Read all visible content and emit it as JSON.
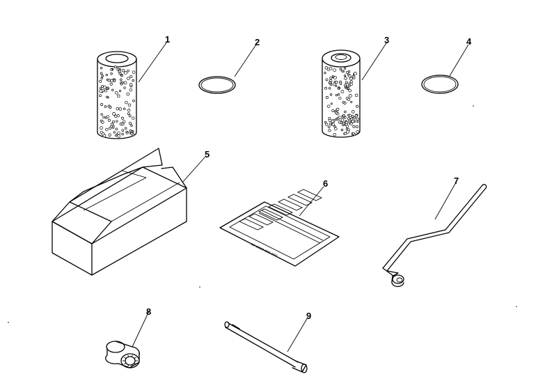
{
  "diagram": {
    "parts": [
      {
        "callout": "1",
        "icon": "cylindrical-filter-element-icon"
      },
      {
        "callout": "2",
        "icon": "o-ring-icon"
      },
      {
        "callout": "3",
        "icon": "cylindrical-filter-element-icon"
      },
      {
        "callout": "4",
        "icon": "o-ring-icon"
      },
      {
        "callout": "5",
        "icon": "cardboard-box-icon"
      },
      {
        "callout": "6",
        "icon": "label-sheet-icon"
      },
      {
        "callout": "7",
        "icon": "bent-wrench-bar-icon"
      },
      {
        "callout": "8",
        "icon": "socket-icon"
      },
      {
        "callout": "9",
        "icon": "extension-bar-icon"
      }
    ],
    "label_sheet_text": "## #### ### ###"
  }
}
